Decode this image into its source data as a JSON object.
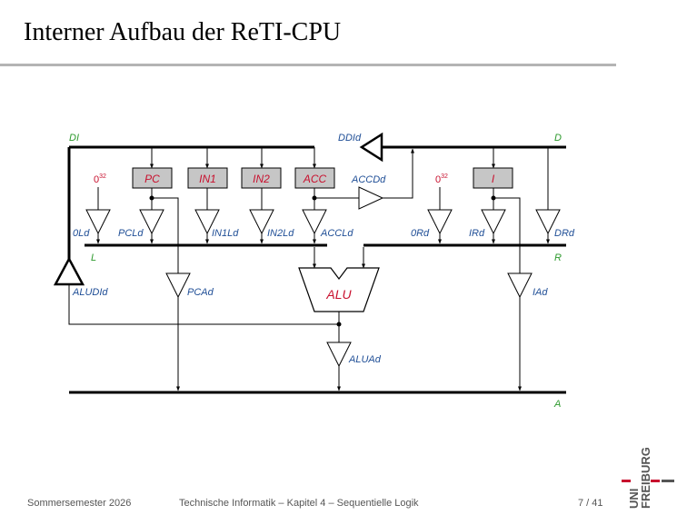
{
  "slide": {
    "title": "Interner Aufbau der ReTI-CPU",
    "footer": {
      "semester": "Sommersemester 2026",
      "course": "Technische Informatik –  Kapitel 4 – Sequentielle Logik",
      "page": "7 / 41"
    }
  },
  "diagram": {
    "bus_labels": {
      "di": "DI",
      "d": "D",
      "l": "L",
      "r": "R",
      "a": "A"
    },
    "registers": {
      "pc": "PC",
      "in1": "IN1",
      "in2": "IN2",
      "acc": "ACC",
      "i": "I"
    },
    "constants": {
      "zero_left": "0",
      "zero_right": "0",
      "exp": "32"
    },
    "drivers": {
      "ddid": "DDId",
      "accdd": "ACCDd",
      "zerold": "0Ld",
      "pcld": "PCLd",
      "in1ld": "IN1Ld",
      "in2ld": "IN2Ld",
      "accld": "ACCLd",
      "zerord": "0Rd",
      "ird": "IRd",
      "drd": "DRd",
      "aludid": "ALUDId",
      "pcad": "PCAd",
      "iad": "IAd",
      "aluad": "ALUAd"
    },
    "alu": "ALU"
  },
  "logo": {
    "line1": "UNI",
    "line2": "FREIBURG"
  },
  "colors": {
    "green": "#2e9a2e",
    "blue": "#1f4e96",
    "red": "#c8102e",
    "box": "#c6c6c6"
  }
}
